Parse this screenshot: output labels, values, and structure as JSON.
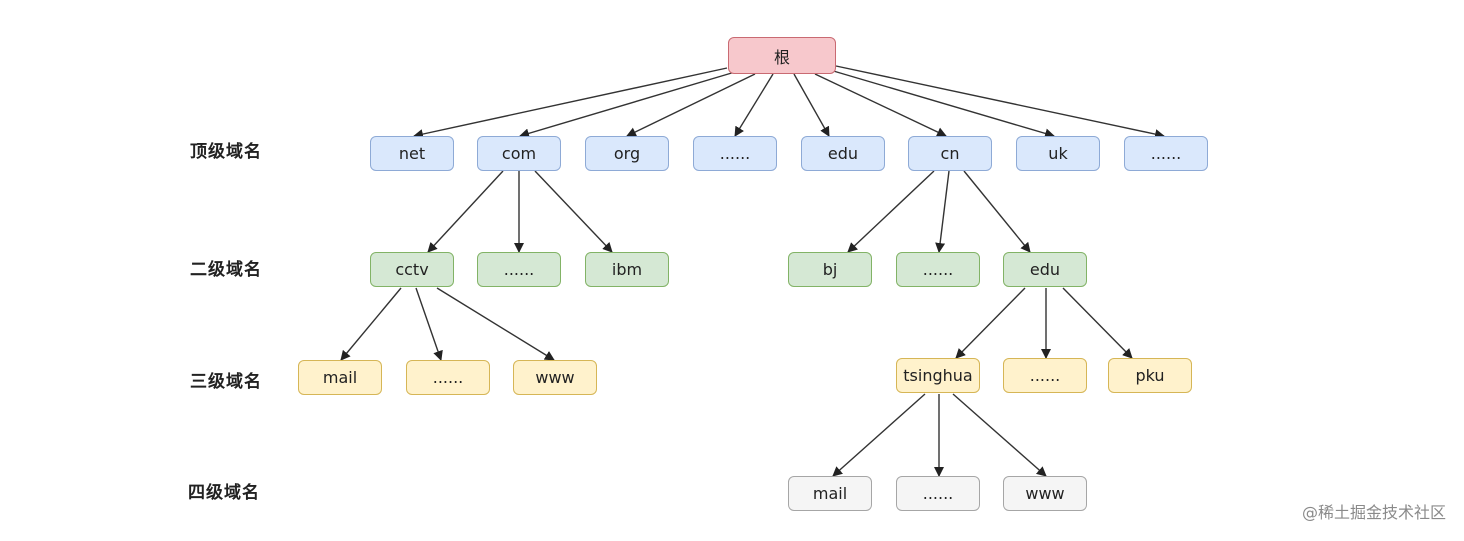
{
  "level_labels": {
    "top": "顶级域名",
    "second": "二级域名",
    "third": "三级域名",
    "fourth": "四级域名"
  },
  "nodes": {
    "root": "根",
    "l1": [
      "net",
      "com",
      "org",
      "......",
      "edu",
      "cn",
      "uk",
      "......"
    ],
    "l2_com": [
      "cctv",
      "......",
      "ibm"
    ],
    "l2_cn": [
      "bj",
      "......",
      "edu"
    ],
    "l3_cctv": [
      "mail",
      "......",
      "www"
    ],
    "l3_edu": [
      "tsinghua",
      "......",
      "pku"
    ],
    "l4_tsinghua": [
      "mail",
      "......",
      "www"
    ]
  },
  "watermark": "@稀土掘金技术社区",
  "colors": {
    "root": "#f7c8cc",
    "level1": "#dae8fc",
    "level2": "#d5e8d4",
    "level3": "#fff2cc",
    "level4": "#f5f5f5"
  }
}
